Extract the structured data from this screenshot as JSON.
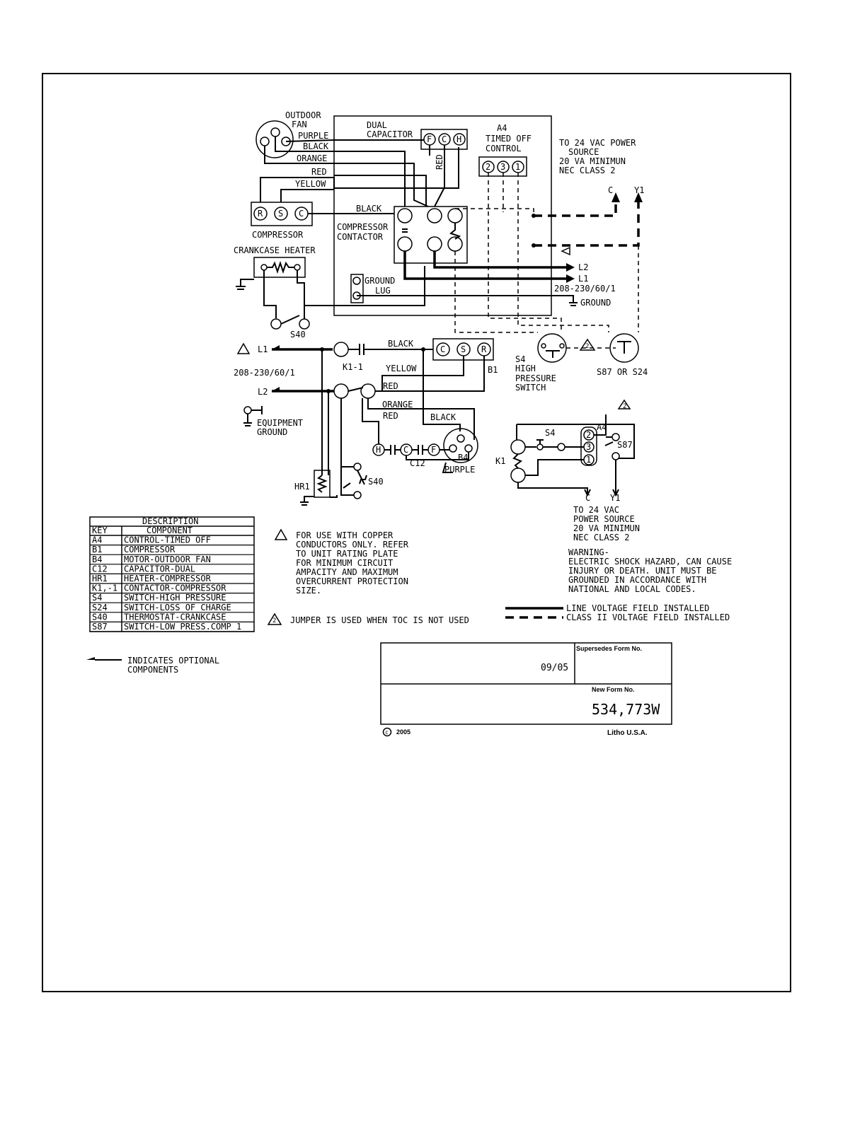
{
  "diagram": {
    "fan_labels": {
      "outdoor": "OUTDOOR",
      "fan": "FAN",
      "purple": "PURPLE",
      "black": "BLACK",
      "orange": "ORANGE",
      "red": "RED",
      "yellow": "YELLOW"
    },
    "dual_cap": {
      "l1": "DUAL",
      "l2": "CAPACITOR",
      "t1": "F",
      "t2": "C",
      "t3": "H",
      "red": "RED"
    },
    "a4": {
      "l1": "A4",
      "l2": "TIMED OFF",
      "l3": "CONTROL",
      "t1": "2",
      "t2": "3",
      "t3": "1"
    },
    "power_top": {
      "l1": "TO 24 VAC POWER",
      "l2": "SOURCE",
      "l3": "20 VA MINIMUN",
      "l4": "NEC CLASS 2",
      "c": "C",
      "y1": "Y1"
    },
    "compressor": {
      "r": "R",
      "s": "S",
      "c": "C",
      "label": "COMPRESSOR",
      "black": "BLACK"
    },
    "contactor": {
      "l1": "COMPRESSOR",
      "l2": "CONTACTOR"
    },
    "crankcase": "CRANKCASE HEATER",
    "ground_lug": {
      "l1": "GROUND",
      "l2": "LUG"
    },
    "line_top": {
      "l2": "L2",
      "l1": "L1",
      "volts": "208-230/60/1",
      "ground": "GROUND"
    },
    "s40_top": "S40",
    "s4": {
      "l1": "S4",
      "l2": "HIGH",
      "l3": "PRESSURE",
      "l4": "SWITCH",
      "jumper": "2",
      "s87": "S87 OR S24"
    },
    "schem": {
      "l1": "L1",
      "volts": "208-230/60/1",
      "l2": "L2",
      "k11": "K1-1",
      "black": "BLACK",
      "c": "C",
      "s": "S",
      "r": "R",
      "b1": "B1",
      "yellow": "YELLOW",
      "red": "RED",
      "orange": "ORANGE",
      "red2": "RED",
      "black2": "BLACK",
      "equip1": "EQUIPMENT",
      "equip2": "GROUND",
      "h": "H",
      "cc": "C",
      "f": "F",
      "c12": "C12",
      "b4": "B4",
      "purple": "PURPLE",
      "hr1": "HR1",
      "s40": "S40"
    },
    "ctrl": {
      "a4": "A4",
      "s4": "S4",
      "s87": "S87",
      "k1": "K1",
      "t2": "2",
      "t3": "3",
      "t1": "1",
      "c": "C",
      "y1": "Y1",
      "p1": "TO 24 VAC",
      "p2": "POWER SOURCE",
      "p3": "20 VA MINIMUN",
      "p4": "NEC CLASS 2",
      "jumper": "2"
    },
    "warning": {
      "l1": "WARNING-",
      "l2": "ELECTRIC SHOCK HAZARD, CAN CAUSE",
      "l3": "INJURY OR DEATH. UNIT MUST BE",
      "l4": "GROUNDED IN ACCORDANCE WITH",
      "l5": "NATIONAL AND LOCAL CODES."
    },
    "note1": {
      "l1": "FOR USE WITH COPPER",
      "l2": "CONDUCTORS ONLY. REFER",
      "l3": "TO UNIT RATING PLATE",
      "l4": "FOR MINIMUM CIRCUIT",
      "l5": "AMPACITY AND MAXIMUM",
      "l6": "OVERCURRENT PROTECTION",
      "l7": "SIZE."
    },
    "note2": {
      "num": "2",
      "text": "JUMPER IS USED WHEN TOC IS NOT USED"
    },
    "legend": {
      "line": "LINE VOLTAGE FIELD INSTALLED",
      "cls": "CLASS II VOLTAGE FIELD INSTALLED"
    },
    "optional": {
      "l1": "INDICATES OPTIONAL",
      "l2": "COMPONENTS"
    }
  },
  "desc_table": {
    "title": "DESCRIPTION",
    "headers": [
      "KEY",
      "COMPONENT"
    ],
    "rows": [
      [
        "A4",
        "CONTROL-TIMED OFF"
      ],
      [
        "B1",
        "COMPRESSOR"
      ],
      [
        "B4",
        "MOTOR-OUTDOOR FAN"
      ],
      [
        "C12",
        "CAPACITOR-DUAL"
      ],
      [
        "HR1",
        "HEATER-COMPRESSOR"
      ],
      [
        "K1,-1",
        "CONTACTOR-COMPRESSOR"
      ],
      [
        "S4",
        "SWITCH-HIGH PRESSURE"
      ],
      [
        "S24",
        "SWITCH-LOSS OF CHARGE"
      ],
      [
        "S40",
        "THERMOSTAT-CRANKCASE"
      ],
      [
        "S87",
        "SWITCH-LOW PRESS.COMP 1"
      ]
    ]
  },
  "title_block": {
    "date": "09/05",
    "supersedes_label": "Supersedes Form No.",
    "new_form_label": "New Form No.",
    "form_number": "534,773W",
    "copyright": "2005",
    "litho": "Litho U.S.A."
  }
}
